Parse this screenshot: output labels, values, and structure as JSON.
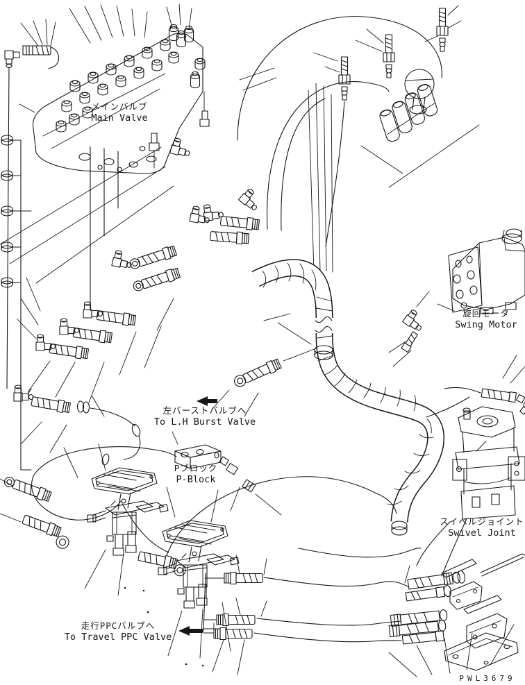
{
  "page": {
    "background": "#ffffff",
    "line_color": "#161616"
  },
  "components": {
    "main_valve": {
      "jp": "メインバルブ",
      "en": "Main Valve"
    },
    "swing_motor": {
      "jp": "旋回モータ",
      "en": "Swing Motor"
    },
    "p_block": {
      "jp": "Pブロック",
      "en": "P-Block"
    },
    "swivel_joint": {
      "jp": "スイベルジョイント",
      "en": "Swivel Joint"
    }
  },
  "callouts": {
    "burst_valve": {
      "jp": "左バーストバルブへ",
      "en": "To L.H Burst Valve"
    },
    "travel_ppc": {
      "jp": "走行PPCバルブへ",
      "en": "To Travel PPC Valve"
    }
  },
  "icons": {
    "burst_valve_arrow": "left-arrow",
    "travel_ppc_arrow": "left-arrow"
  },
  "drawing_code": "PWL3679"
}
